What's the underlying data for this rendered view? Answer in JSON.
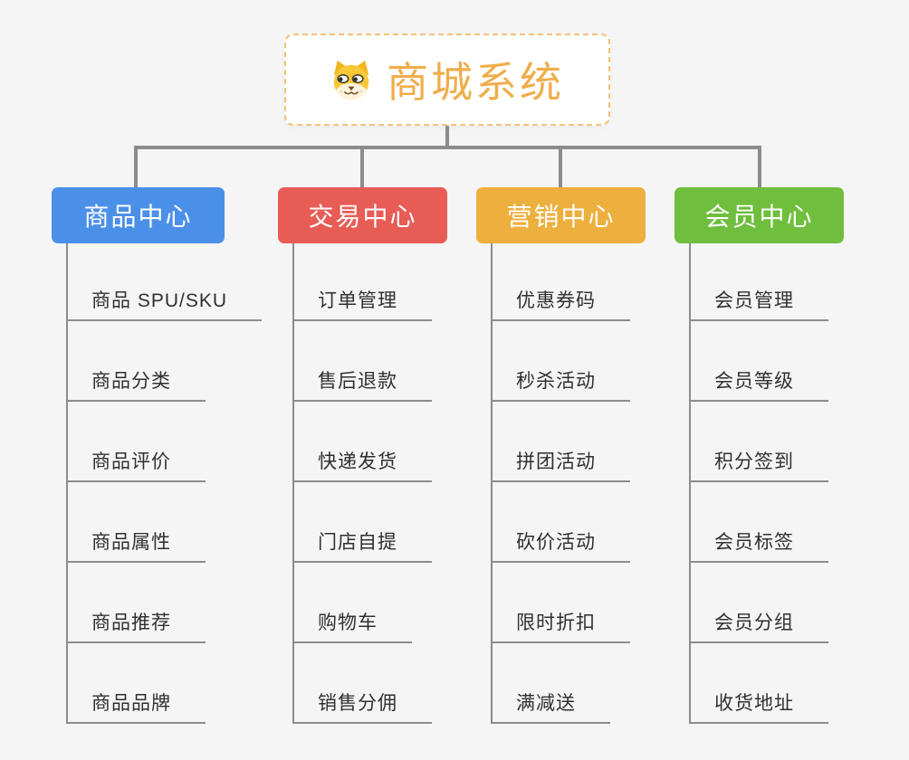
{
  "root": {
    "label": "商城系统",
    "icon": "dog-face",
    "text_color": "#EFAD4B",
    "border_color": "#F3C278"
  },
  "lines": {
    "color": "#8C8C8C"
  },
  "branches": [
    {
      "label": "商品中心",
      "color": "#4B90E8",
      "items": [
        "商品 SPU/SKU",
        "商品分类",
        "商品评价",
        "商品属性",
        "商品推荐",
        "商品品牌"
      ]
    },
    {
      "label": "交易中心",
      "color": "#E85C56",
      "items": [
        "订单管理",
        "售后退款",
        "快递发货",
        "门店自提",
        "购物车",
        "销售分佣"
      ]
    },
    {
      "label": "营销中心",
      "color": "#EDAF3E",
      "items": [
        "优惠券码",
        "秒杀活动",
        "拼团活动",
        "砍价活动",
        "限时折扣",
        "满减送"
      ]
    },
    {
      "label": "会员中心",
      "color": "#6FBE3D",
      "items": [
        "会员管理",
        "会员等级",
        "积分签到",
        "会员标签",
        "会员分组",
        "收货地址"
      ]
    }
  ]
}
